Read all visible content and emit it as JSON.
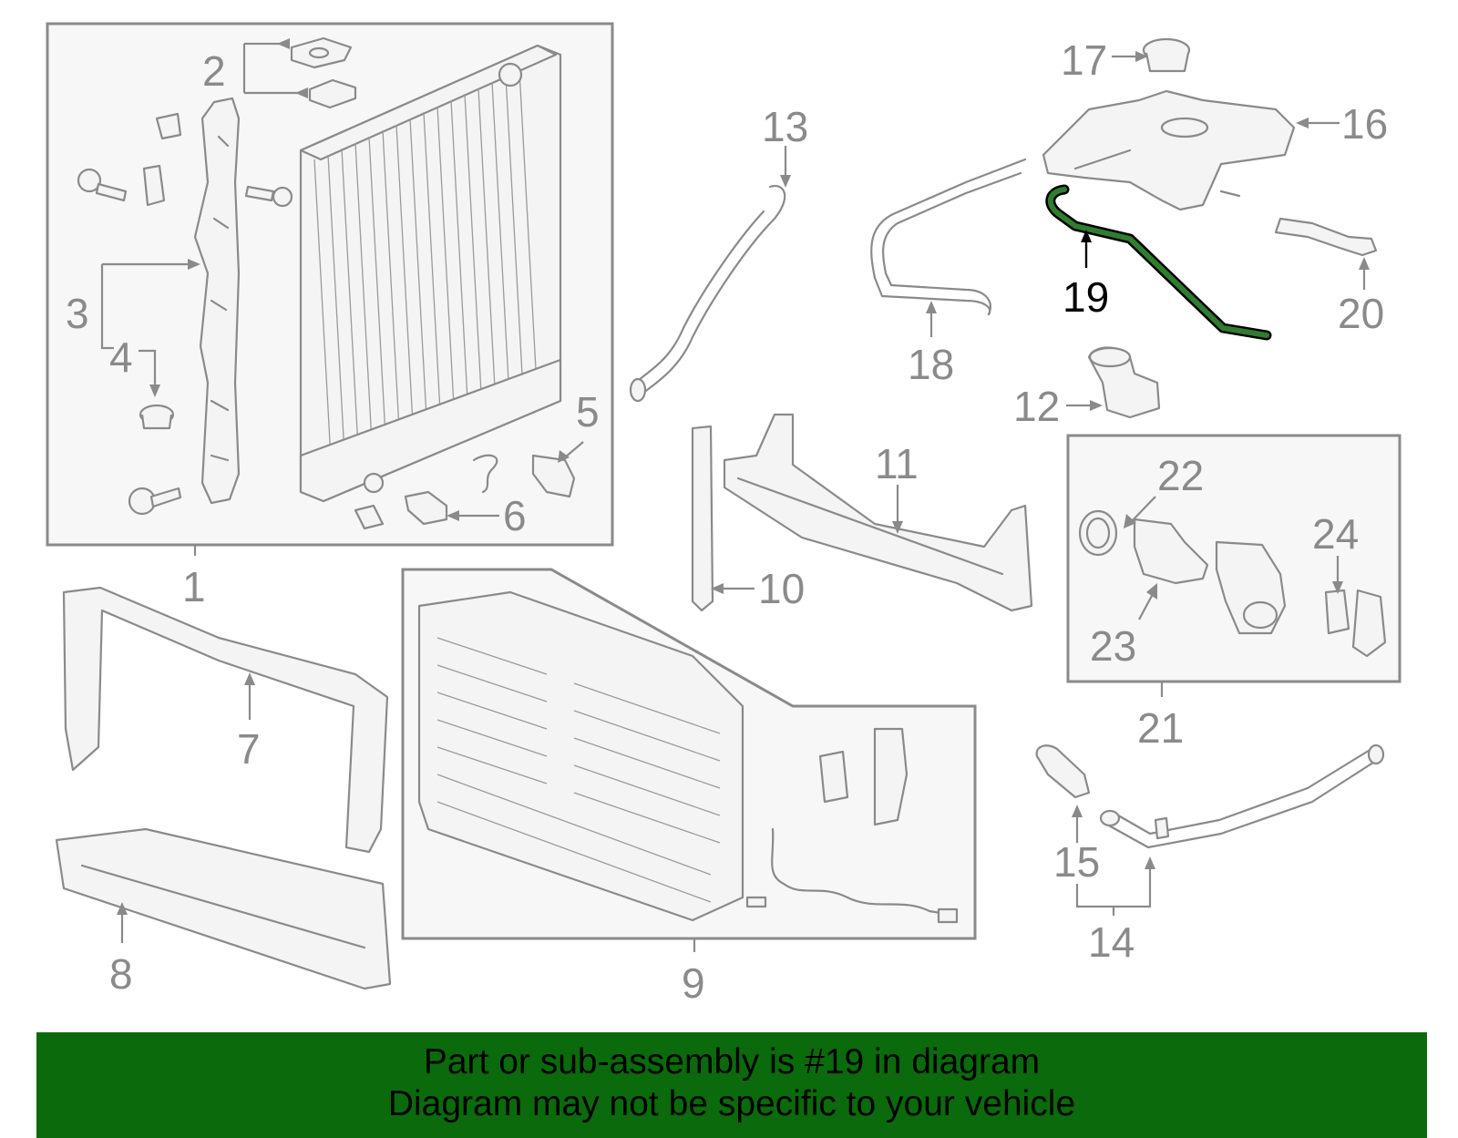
{
  "diagram": {
    "callouts": [
      {
        "id": "1",
        "text": "1"
      },
      {
        "id": "2",
        "text": "2"
      },
      {
        "id": "3",
        "text": "3"
      },
      {
        "id": "4",
        "text": "4"
      },
      {
        "id": "5",
        "text": "5"
      },
      {
        "id": "6",
        "text": "6"
      },
      {
        "id": "7",
        "text": "7"
      },
      {
        "id": "8",
        "text": "8"
      },
      {
        "id": "9",
        "text": "9"
      },
      {
        "id": "10",
        "text": "10"
      },
      {
        "id": "11",
        "text": "11"
      },
      {
        "id": "12",
        "text": "12"
      },
      {
        "id": "13",
        "text": "13"
      },
      {
        "id": "14",
        "text": "14"
      },
      {
        "id": "15",
        "text": "15"
      },
      {
        "id": "16",
        "text": "16"
      },
      {
        "id": "17",
        "text": "17"
      },
      {
        "id": "18",
        "text": "18"
      },
      {
        "id": "19",
        "text": "19"
      },
      {
        "id": "20",
        "text": "20"
      },
      {
        "id": "21",
        "text": "21"
      },
      {
        "id": "22",
        "text": "22"
      },
      {
        "id": "23",
        "text": "23"
      },
      {
        "id": "24",
        "text": "24"
      }
    ],
    "highlighted_part": "19",
    "colors": {
      "line_gray": "#8a8a8a",
      "highlight_green": "#2f7d2f",
      "banner_green": "#0b6a0b",
      "text_black": "#000000"
    }
  },
  "banner": {
    "line1": "Part or sub-assembly is #19 in diagram",
    "line2": "Diagram may not be specific to your vehicle"
  }
}
